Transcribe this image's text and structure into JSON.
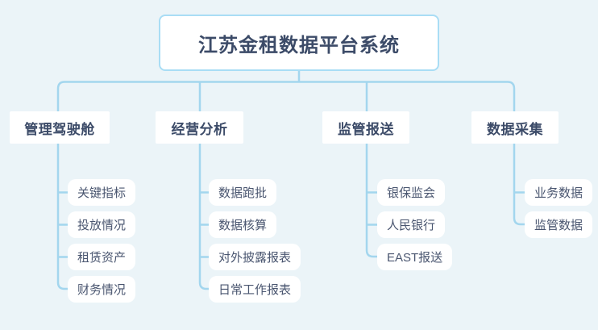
{
  "diagram": {
    "title": "江苏金租数据平台系统",
    "branches": [
      {
        "label": "管理驾驶舱",
        "children": [
          "关键指标",
          "投放情况",
          "租赁资产",
          "财务情况"
        ]
      },
      {
        "label": "经营分析",
        "children": [
          "数据跑批",
          "数据核算",
          "对外披露报表",
          "日常工作报表"
        ]
      },
      {
        "label": "监管报送",
        "children": [
          "银保监会",
          "人民银行",
          "EAST报送"
        ]
      },
      {
        "label": "数据采集",
        "children": [
          "业务数据",
          "监管数据"
        ]
      }
    ],
    "colors": {
      "background": "#ebf4f8",
      "connector_line": "#a3d6ee",
      "root_border": "#a9ddf5",
      "node_fill": "#ffffff",
      "title_text": "#3c4b68",
      "leaf_text": "#4a5670"
    }
  }
}
